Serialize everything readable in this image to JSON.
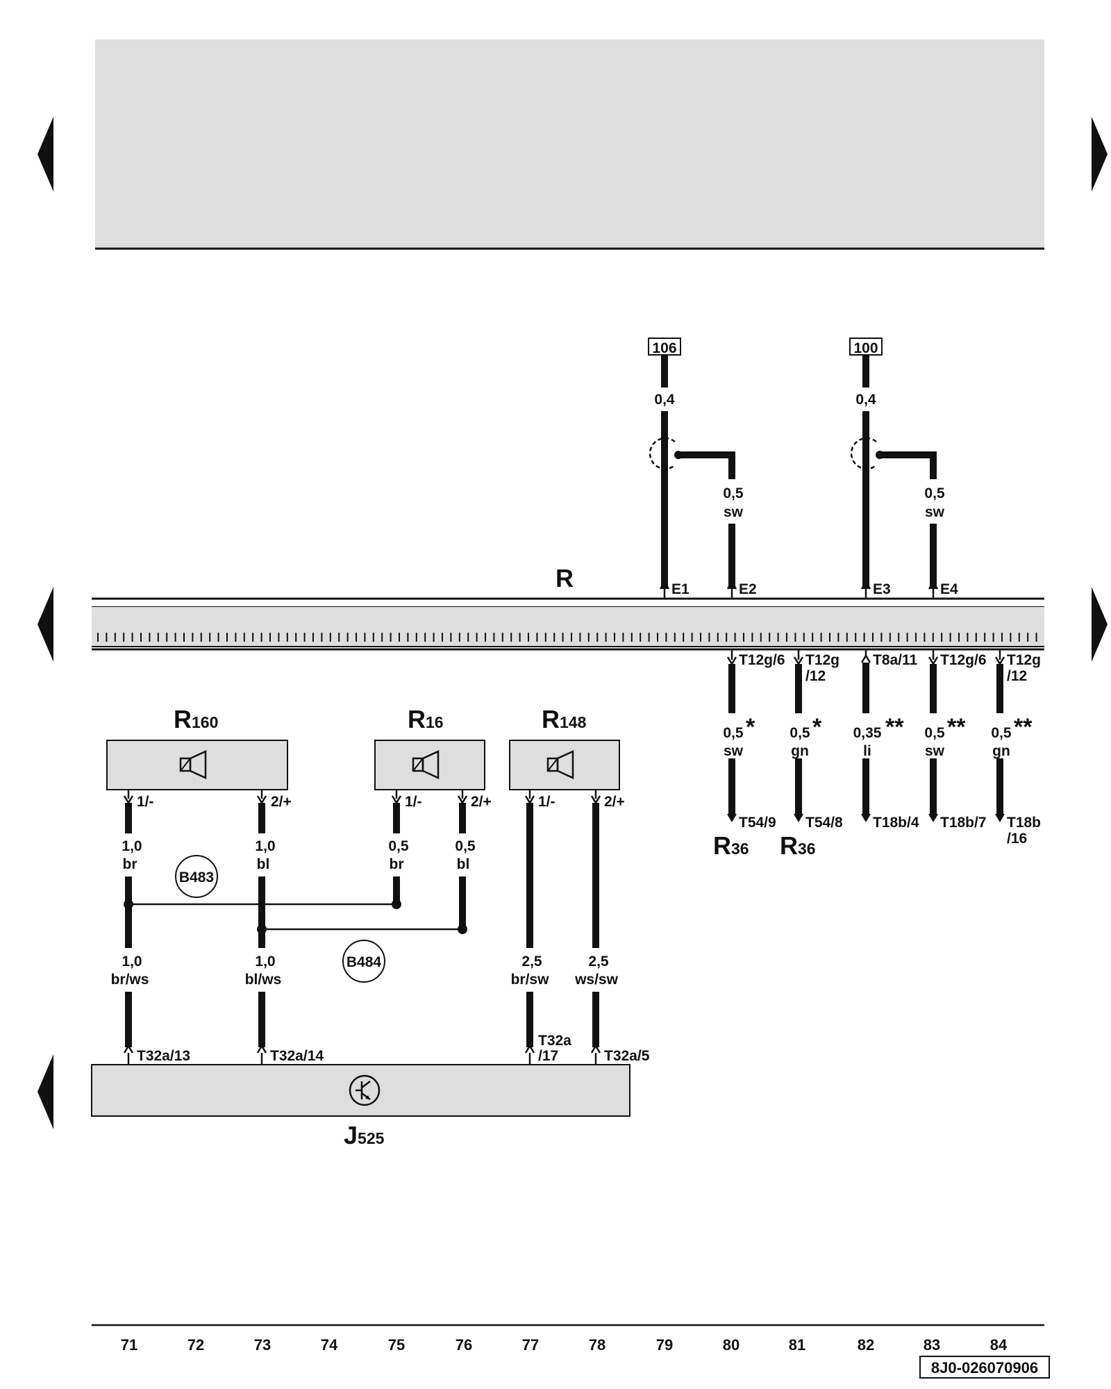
{
  "components": {
    "R": "R",
    "R160": {
      "letter": "R",
      "sub": "160"
    },
    "R16": {
      "letter": "R",
      "sub": "16"
    },
    "R148": {
      "letter": "R",
      "sub": "148"
    },
    "R36_a": {
      "letter": "R",
      "sub": "36"
    },
    "R36_b": {
      "letter": "R",
      "sub": "36"
    },
    "J525": {
      "letter": "J",
      "sub": "525"
    }
  },
  "refs": {
    "ref_106": "106",
    "ref_100": "100"
  },
  "radio_pins": {
    "e1": "E1",
    "e2": "E2",
    "e3": "E3",
    "e4": "E4"
  },
  "radio_top_gauges": {
    "w106": "0,4",
    "w106_shield": {
      "size": "0,5",
      "color": "sw"
    },
    "w100": "0,4",
    "w100_shield": {
      "size": "0,5",
      "color": "sw"
    }
  },
  "right_pins_top": {
    "p80": "T12g/6",
    "p81a": "T12g",
    "p81b": "/12",
    "p82": "T8a/11",
    "p83": "T12g/6",
    "p84a": "T12g",
    "p84b": "/12"
  },
  "right_wires": {
    "w80": {
      "size": "0,5",
      "color": "sw",
      "mark": "*"
    },
    "w81": {
      "size": "0,5",
      "color": "gn",
      "mark": "*"
    },
    "w82": {
      "size": "0,35",
      "color": "li",
      "mark": "**"
    },
    "w83": {
      "size": "0,5",
      "color": "sw",
      "mark": "**"
    },
    "w84": {
      "size": "0,5",
      "color": "gn",
      "mark": "**"
    }
  },
  "right_pins_bottom": {
    "p80": "T54/9",
    "p81": "T54/8",
    "p82": "T18b/4",
    "p83": "T18b/7",
    "p84a": "T18b",
    "p84b": "/16"
  },
  "speaker_pins": {
    "r160_1": "1/-",
    "r160_2": "2/+",
    "r16_1": "1/-",
    "r16_2": "2/+",
    "r148_1": "1/-",
    "r148_2": "2/+"
  },
  "speaker_wires_upper": {
    "w71": {
      "size": "1,0",
      "color": "br"
    },
    "w73": {
      "size": "1,0",
      "color": "bl"
    },
    "w75": {
      "size": "0,5",
      "color": "br"
    },
    "w76": {
      "size": "0,5",
      "color": "bl"
    }
  },
  "speaker_wires_lower": {
    "w71": {
      "size": "1,0",
      "color": "br/ws"
    },
    "w73": {
      "size": "1,0",
      "color": "bl/ws"
    },
    "w77": {
      "size": "2,5",
      "color": "br/sw"
    },
    "w78": {
      "size": "2,5",
      "color": "ws/sw"
    }
  },
  "connections": {
    "b483": "B483",
    "b484": "B484"
  },
  "amp_pins": {
    "p71": "T32a/13",
    "p73": "T32a/14",
    "p77a": "T32a",
    "p77b": "/17",
    "p78": "T32a/5"
  },
  "grid_numbers": [
    "71",
    "72",
    "73",
    "74",
    "75",
    "76",
    "77",
    "78",
    "79",
    "80",
    "81",
    "82",
    "83",
    "84"
  ],
  "diagram_code": "8J0-026070906",
  "colors": {
    "gray_panel": "#dedede",
    "ink": "#111111"
  }
}
